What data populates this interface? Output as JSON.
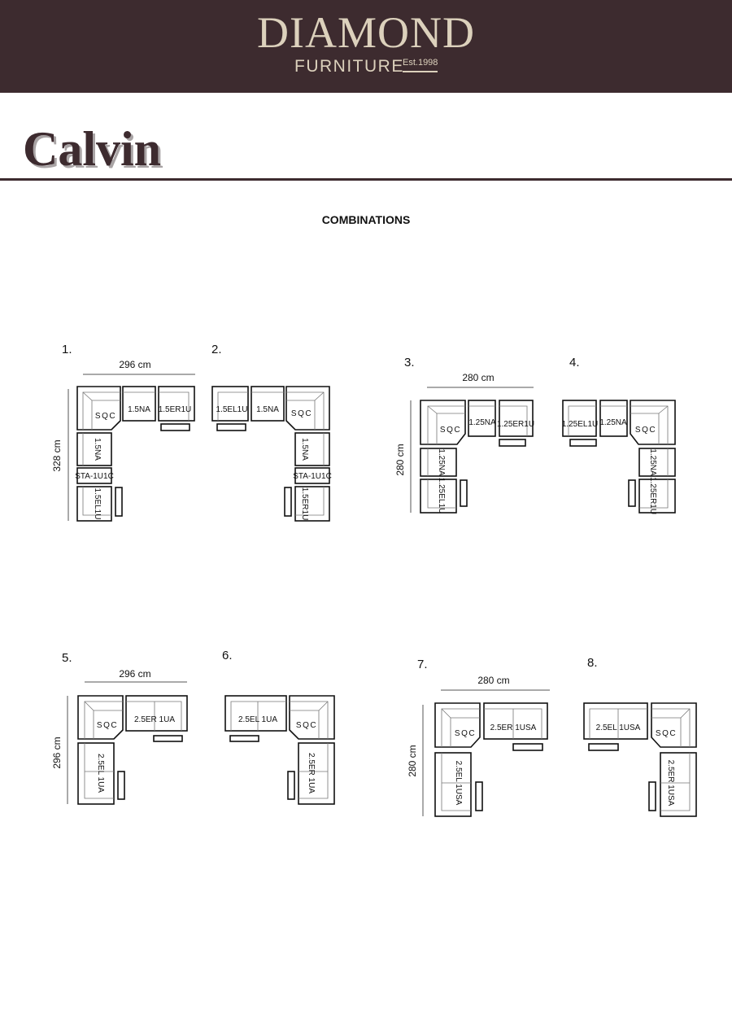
{
  "header": {
    "brand": "DIAMOND",
    "sub": "FURNITURE",
    "est": "Est.1998",
    "background": "#3d2b2f",
    "text_color": "#dcd1bc"
  },
  "title": "Calvin",
  "section": "COMBINATIONS",
  "combinations": [
    {
      "number": "1.",
      "width": "296 cm",
      "depth": "328 cm",
      "modules": [
        "SQC",
        "1.5NA",
        "1.5ER1U",
        "1.5NA",
        "STA-1U1C",
        "1.5EL1U"
      ]
    },
    {
      "number": "2.",
      "modules": [
        "1.5EL1U",
        "1.5NA",
        "SQC",
        "1.5NA",
        "STA-1U1C",
        "1.5ER1U"
      ]
    },
    {
      "number": "3.",
      "width": "280 cm",
      "depth": "280 cm",
      "modules": [
        "SQC",
        "1.25NA",
        "1.25ER1U",
        "1.25NA",
        "1.25EL1U"
      ]
    },
    {
      "number": "4.",
      "modules": [
        "1.25EL1U",
        "1.25NA",
        "SQC",
        "1.25NA",
        "1.25ER1U"
      ]
    },
    {
      "number": "5.",
      "width": "296 cm",
      "depth": "296 cm",
      "modules": [
        "SQC",
        "2.5ER 1UA",
        "2.5EL 1UA"
      ]
    },
    {
      "number": "6.",
      "modules": [
        "2.5EL 1UA",
        "SQC",
        "2.5ER 1UA"
      ]
    },
    {
      "number": "7.",
      "width": "280 cm",
      "depth": "280 cm",
      "modules": [
        "SQC",
        "2.5ER 1USA",
        "2.5EL 1USA"
      ]
    },
    {
      "number": "8.",
      "modules": [
        "2.5EL 1USA",
        "SQC",
        "2.5ER 1USA"
      ]
    }
  ]
}
